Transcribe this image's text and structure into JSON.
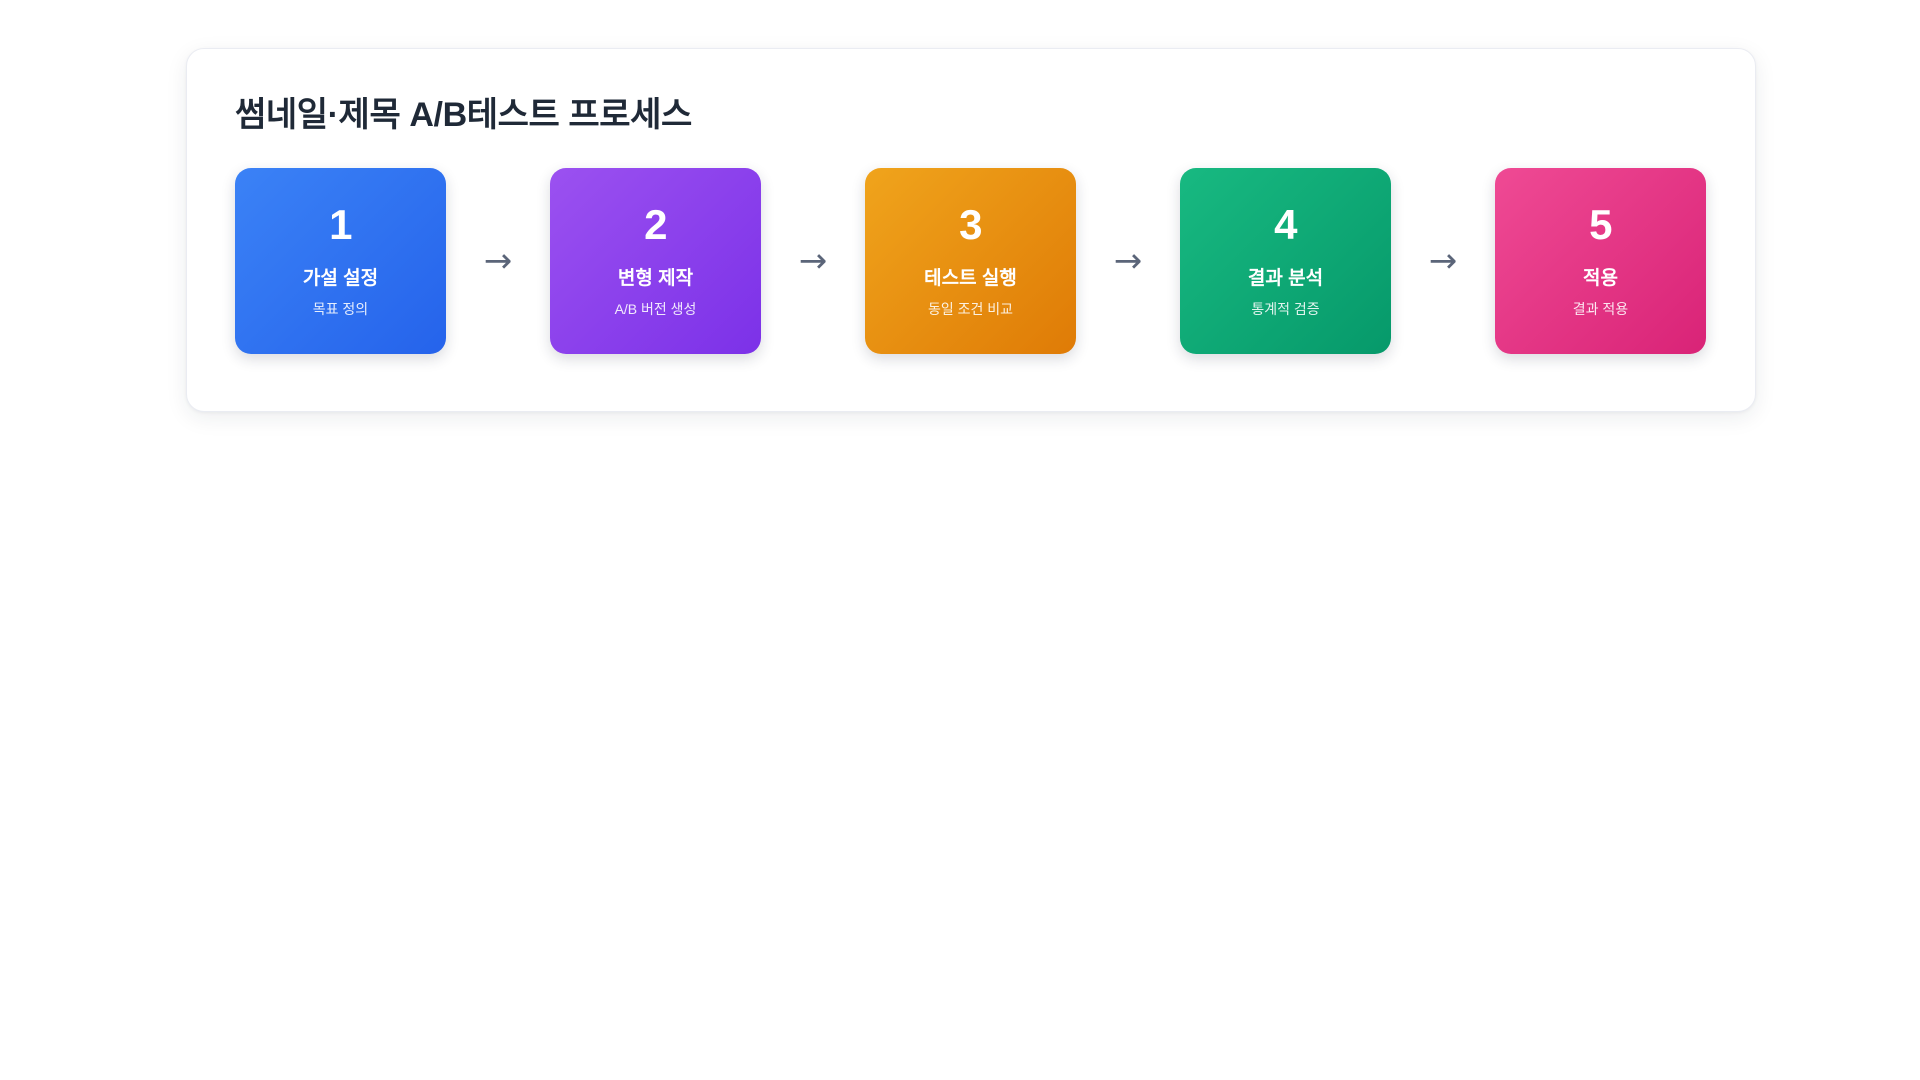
{
  "panel": {
    "title": "썸네일·제목 A/B테스트 프로세스"
  },
  "colors": {
    "title": "#1f2937",
    "arrow": "#5b6579",
    "panel_bg": "#ffffff",
    "page_bg": "#ffffff",
    "step1_from": "#3b82f6",
    "step1_to": "#2563eb",
    "step2_from": "#9b51f0",
    "step2_to": "#7c31e8",
    "step3_from": "#f0a41c",
    "step3_to": "#df7b06",
    "step4_from": "#18b981",
    "step4_to": "#06996a",
    "step5_from": "#ef4a94",
    "step5_to": "#d92377"
  },
  "arrow": {
    "glyph": "→",
    "icon_name": "arrow-right-icon"
  },
  "steps": [
    {
      "number": "1",
      "label": "가설 설정",
      "sub": "목표 정의",
      "color_class": "c-blue"
    },
    {
      "number": "2",
      "label": "변형 제작",
      "sub": "A/B 버전 생성",
      "color_class": "c-purple"
    },
    {
      "number": "3",
      "label": "테스트 실행",
      "sub": "동일 조건 비교",
      "color_class": "c-orange"
    },
    {
      "number": "4",
      "label": "결과 분석",
      "sub": "통계적 검증",
      "color_class": "c-green"
    },
    {
      "number": "5",
      "label": "적용",
      "sub": "결과 적용",
      "color_class": "c-pink"
    }
  ]
}
